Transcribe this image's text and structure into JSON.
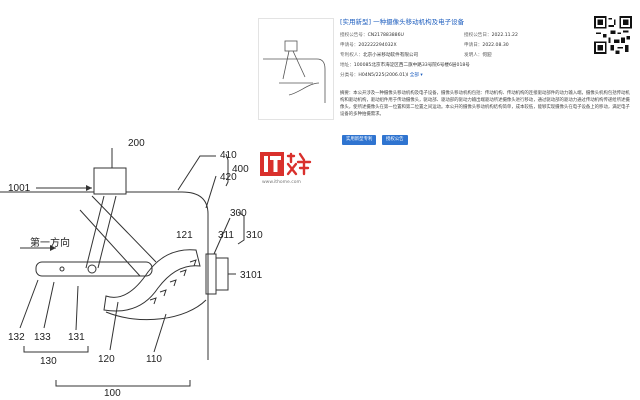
{
  "patent": {
    "title": "[实用新型] 一种摄像头移动机构及电子设备",
    "fields_left": [
      {
        "label": "授权公告号：",
        "value": "CN217883886U"
      },
      {
        "label": "申请号：",
        "value": "202222294032X"
      },
      {
        "label": "专利权人：",
        "value": "北京小米移动软件有限公司"
      },
      {
        "label": "地址：",
        "value": "100085北京市海淀区西二旗中路33号院6号楼6层018号"
      },
      {
        "label": "分类号：",
        "value": "H04N5/225(2006.01)I"
      }
    ],
    "more_label": "全部 ▾",
    "fields_right": [
      {
        "label": "授权公告日：",
        "value": "2022.11.22"
      },
      {
        "label": "申请日：",
        "value": "2022.08.30"
      },
      {
        "label": "发明人：",
        "value": "何迎"
      }
    ],
    "abstract": "摘要：本公开涉及一种摄像头移动机构及电子设备，摄像头移动机构包括：传动机构、传动机构的连接驱动部件的动力输入端，摄像头机构包括传动机构和驱动机构，驱动组件用于传动摄像头，驱动部、驱动部的驱动力输出端驱动所述摄像头进行移动，通过驱动部的驱动力通过传动机构传递给所述摄像头，使所述摄像头在第一位置和第二位置之间运动。本公开的摄像头移动机构结构简单，成本较低，能够实现摄像头在电子设备上的移动，满足电子设备的多种拍摄需求。",
    "buttons": [
      "实用新型专利",
      "授权公告"
    ],
    "drawing_labels": {
      "n200": "200",
      "n410": "410",
      "n400": "400",
      "n420": "420",
      "n1001": "1001",
      "n300": "300",
      "n121": "121",
      "n311": "311",
      "n310": "310",
      "n3101": "3101",
      "direction": "第一方向",
      "n132": "132",
      "n133": "133",
      "n131": "131",
      "n130": "130",
      "n120": "120",
      "n110": "110",
      "n100": "100"
    }
  },
  "watermark": {
    "logo_text": "IT之家",
    "url": "www.ithome.com"
  },
  "colors": {
    "title_blue": "#1f5fbf",
    "button_blue": "#2f74d0",
    "logo_red": "#d9302c"
  }
}
